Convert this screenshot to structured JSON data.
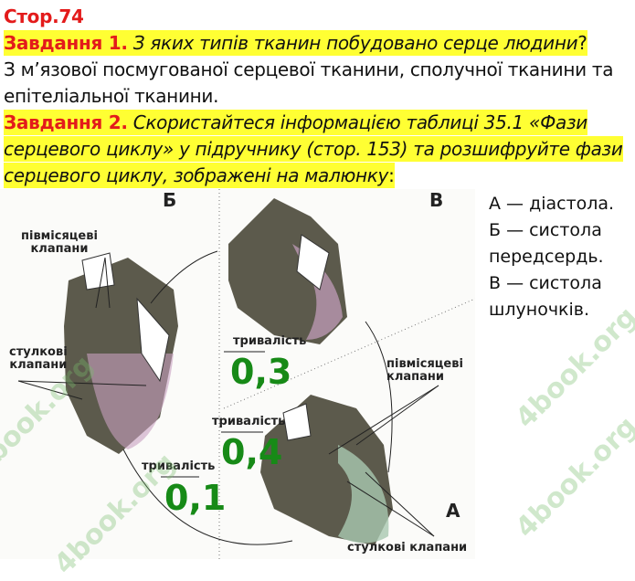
{
  "page_label": "Стор.74",
  "task1": {
    "label": "Завдання 1.",
    "question": "З яких типів тканин побудовано серце людини",
    "question_mark": "?",
    "answer_lines": [
      "З м’язової посмугованої серцевої тканини, сполучної тканини та",
      "епітеліальної тканини."
    ]
  },
  "task2": {
    "label": "Завдання 2.",
    "question_lines": [
      "Скористайтеся інформацією таблиці 35.1 «Фази",
      "серцевого циклу» у підручнику (стор. 153) та розшифруйте фази",
      "серцевого циклу, зображені на малюнку"
    ],
    "colon": ":"
  },
  "figure": {
    "letters": {
      "a": "А",
      "b": "Б",
      "v": "В"
    },
    "semilunar_valves": "півмісяцеві клапани",
    "semilunar_line1": "півмісяцеві",
    "semilunar_line2": "клапани",
    "leaflet_line1": "стулкові",
    "leaflet_line2": "клапани",
    "leaflet_valves": "стулкові клапани",
    "duration": "тривалість",
    "durations": {
      "v": "0,3",
      "a": "0,4",
      "b": "0,1"
    }
  },
  "answers": [
    "А — діастола.",
    "Б — систола",
    "передсердь.",
    "В — систола",
    "шлуночків."
  ],
  "watermark": "4book.org",
  "colors": {
    "highlight": "#ffff33",
    "label_red": "#e31b1b",
    "duration_green": "#178a17"
  }
}
